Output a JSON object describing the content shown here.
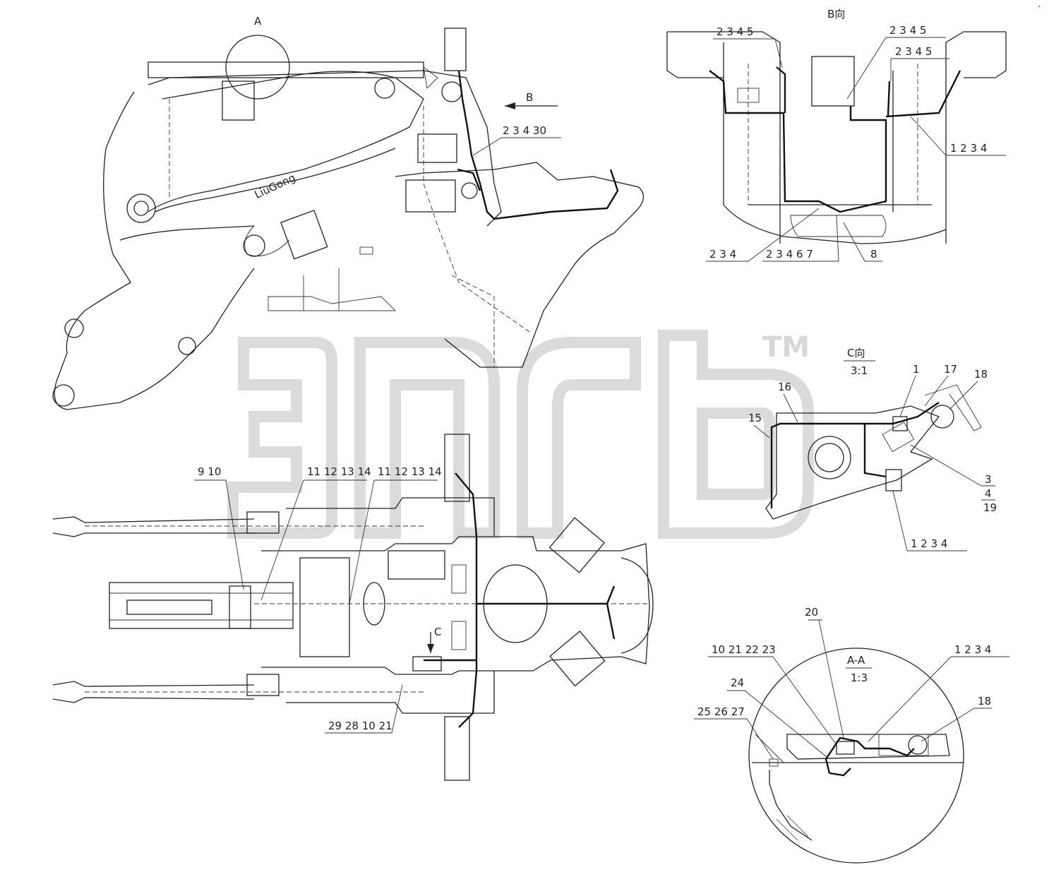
{
  "side_view": {
    "view_label": "A",
    "arrow_label": "B",
    "callout_2_3_4_30": "2 3 4 30"
  },
  "view_b": {
    "title": "B向",
    "callout_top_left": "2 3 4 5",
    "callout_top_mid": "2 3 4 5",
    "callout_top_mid2": "2 3 4 5",
    "callout_right": "1 2 3 4",
    "callout_bottom_left": "2 3 4",
    "callout_bottom_mid": "2 3 4 6 7",
    "callout_bottom_right": "8"
  },
  "view_c": {
    "title": "C向",
    "scale": "3:1",
    "callout_1": "1",
    "callout_17": "17",
    "callout_18": "18",
    "callout_16": "16",
    "callout_15": "15",
    "callout_3": "3",
    "callout_4": "4",
    "callout_19": "19",
    "callout_1234": "1 2 3 4"
  },
  "top_view": {
    "callout_9_10": "9 10",
    "callout_11_14_left": "11 12 13 14",
    "callout_11_14_right": "11 12 13 14",
    "view_c_marker": "C",
    "callout_29_21": "29 28 10 21"
  },
  "section_aa": {
    "title": "A-A",
    "scale": "1:3",
    "callout_10_23": "10 21 22 23",
    "callout_20": "20",
    "callout_1234": "1 2 3 4",
    "callout_24": "24",
    "callout_18": "18",
    "callout_25_27": "25 26 27"
  },
  "watermark": {
    "tm": "TM"
  }
}
